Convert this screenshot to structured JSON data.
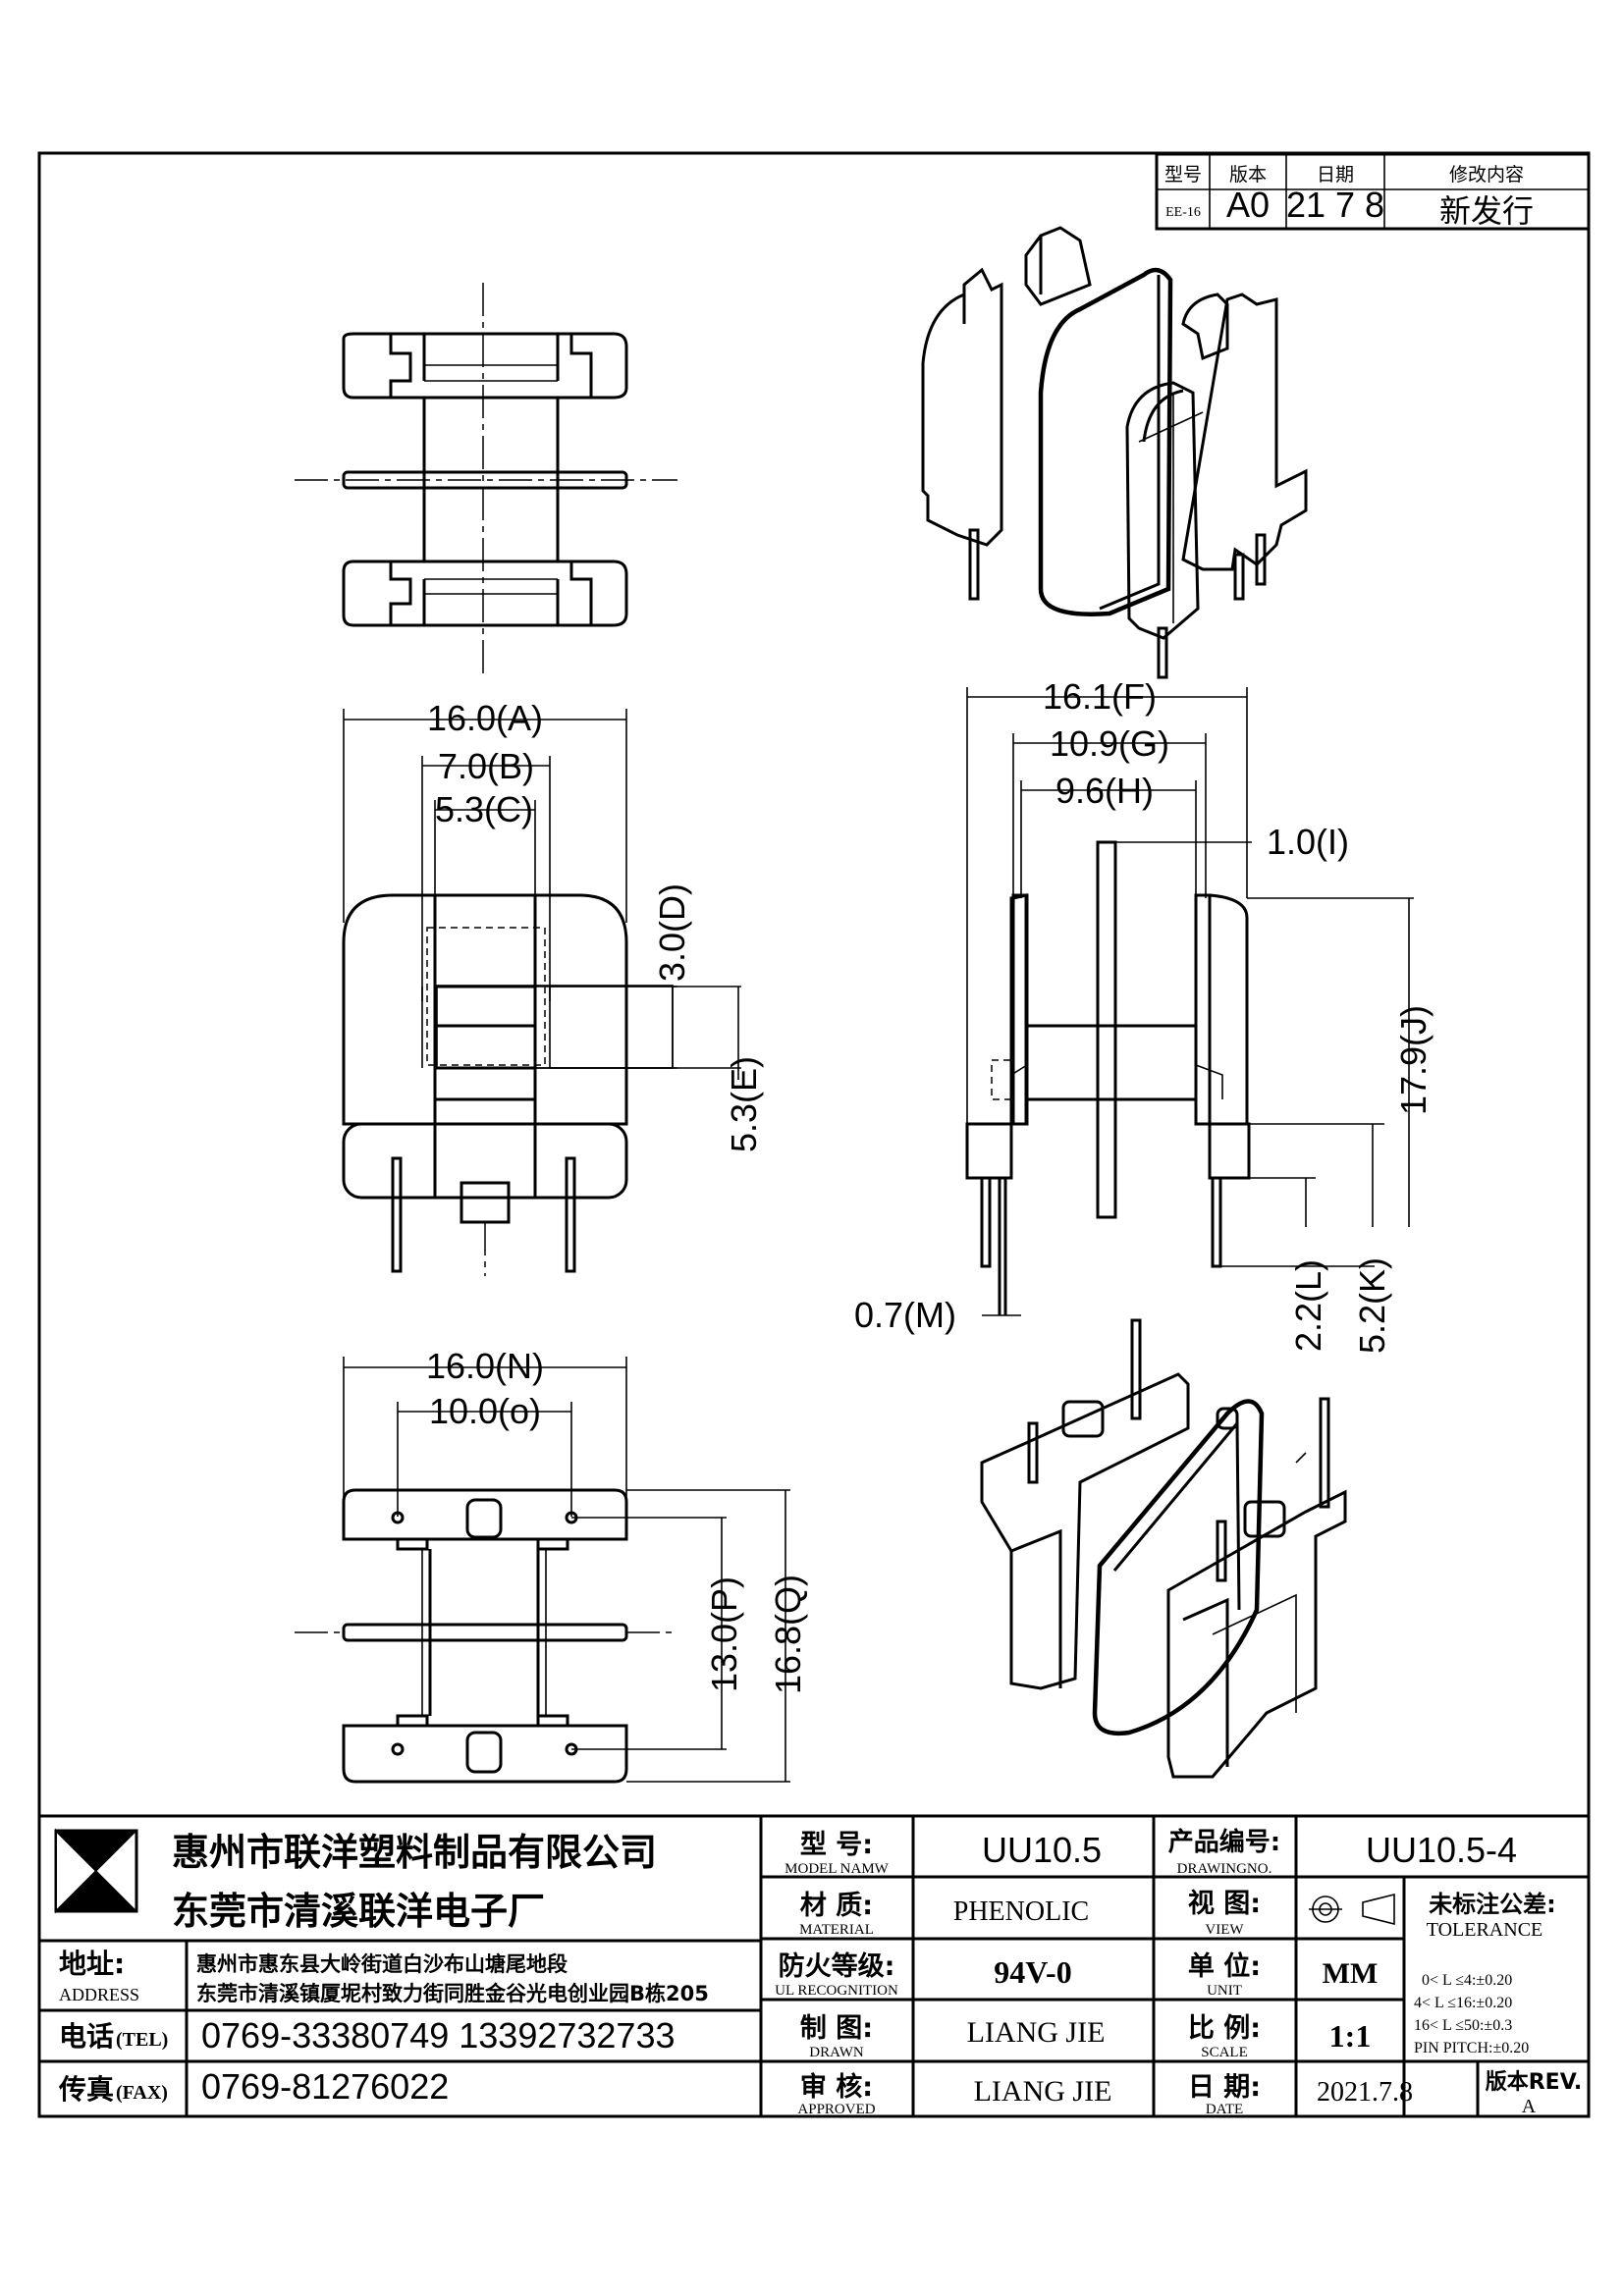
{
  "revision_table": {
    "headers": [
      "型号",
      "版本",
      "日期",
      "修改内容"
    ],
    "row": {
      "model": "EE-16",
      "version": "A0",
      "date": "21 7 8",
      "change": "新发行"
    }
  },
  "dimensions": {
    "A": "16.0(A)",
    "B": "7.0(B)",
    "C": "5.3(C)",
    "D": "3.0(D)",
    "E": "5.3(E)",
    "F": "16.1(F)",
    "G": "10.9(G)",
    "H": "9.6(H)",
    "I": "1.0(I)",
    "J": "17.9(J)",
    "K": "5.2(K)",
    "L": "2.2(L)",
    "M": "0.7(M)",
    "N": "16.0(N)",
    "O": "10.0(o)",
    "P": "13.0(P)",
    "Q": "16.8(Q)"
  },
  "title_block": {
    "company_1": "惠州市联洋塑料制品有限公司",
    "company_2": "东莞市清溪联洋电子厂",
    "address_label": "地址:",
    "address_label_en": "ADDRESS",
    "address_line_1": "惠州市惠东县大岭街道白沙布山塘尾地段",
    "address_line_2": "东莞市清溪镇厦坭村致力街同胜金谷光电创业园B栋205",
    "tel_label": "电话",
    "tel_label_en": "(TEL)",
    "tel_value": "0769-33380749    13392732733",
    "fax_label": "传真",
    "fax_label_en": "(FAX)",
    "fax_value": "0769-81276022",
    "model_label": "型  号:",
    "model_label_en": "MODEL NAMW",
    "model_value": "UU10.5",
    "material_label": "材  质:",
    "material_label_en": "MATERIAL",
    "material_value": "PHENOLIC",
    "fire_label": "防火等级:",
    "fire_label_en": "UL RECOGNITION",
    "fire_value": "94V-0",
    "drawn_label": "制  图:",
    "drawn_label_en": "DRAWN",
    "drawn_value": "LIANG JIE",
    "approved_label": "审  核:",
    "approved_label_en": "APPROVED",
    "approved_value": "LIANG JIE",
    "drawing_no_label": "产品编号:",
    "drawing_no_label_en": "DRAWINGNO.",
    "drawing_no_value": "UU10.5-4",
    "view_label": "视  图:",
    "view_label_en": "VIEW",
    "unit_label": "单  位:",
    "unit_label_en": "UNIT",
    "unit_value": "MM",
    "scale_label": "比  例:",
    "scale_label_en": "SCALE",
    "scale_value": "1:1",
    "date_label": "日  期:",
    "date_label_en": "DATE",
    "date_value": "2021.7.8",
    "tolerance_title": "未标注公差:",
    "tolerance_title_en": "TOLERANCE",
    "tolerance_1": "0< L ≤4:±0.20",
    "tolerance_2": "4< L ≤16:±0.20",
    "tolerance_3": "16< L ≤50:±0.3",
    "tolerance_4": "PIN PITCH:±0.20",
    "rev_label": "版本REV.",
    "rev_value": "A"
  }
}
